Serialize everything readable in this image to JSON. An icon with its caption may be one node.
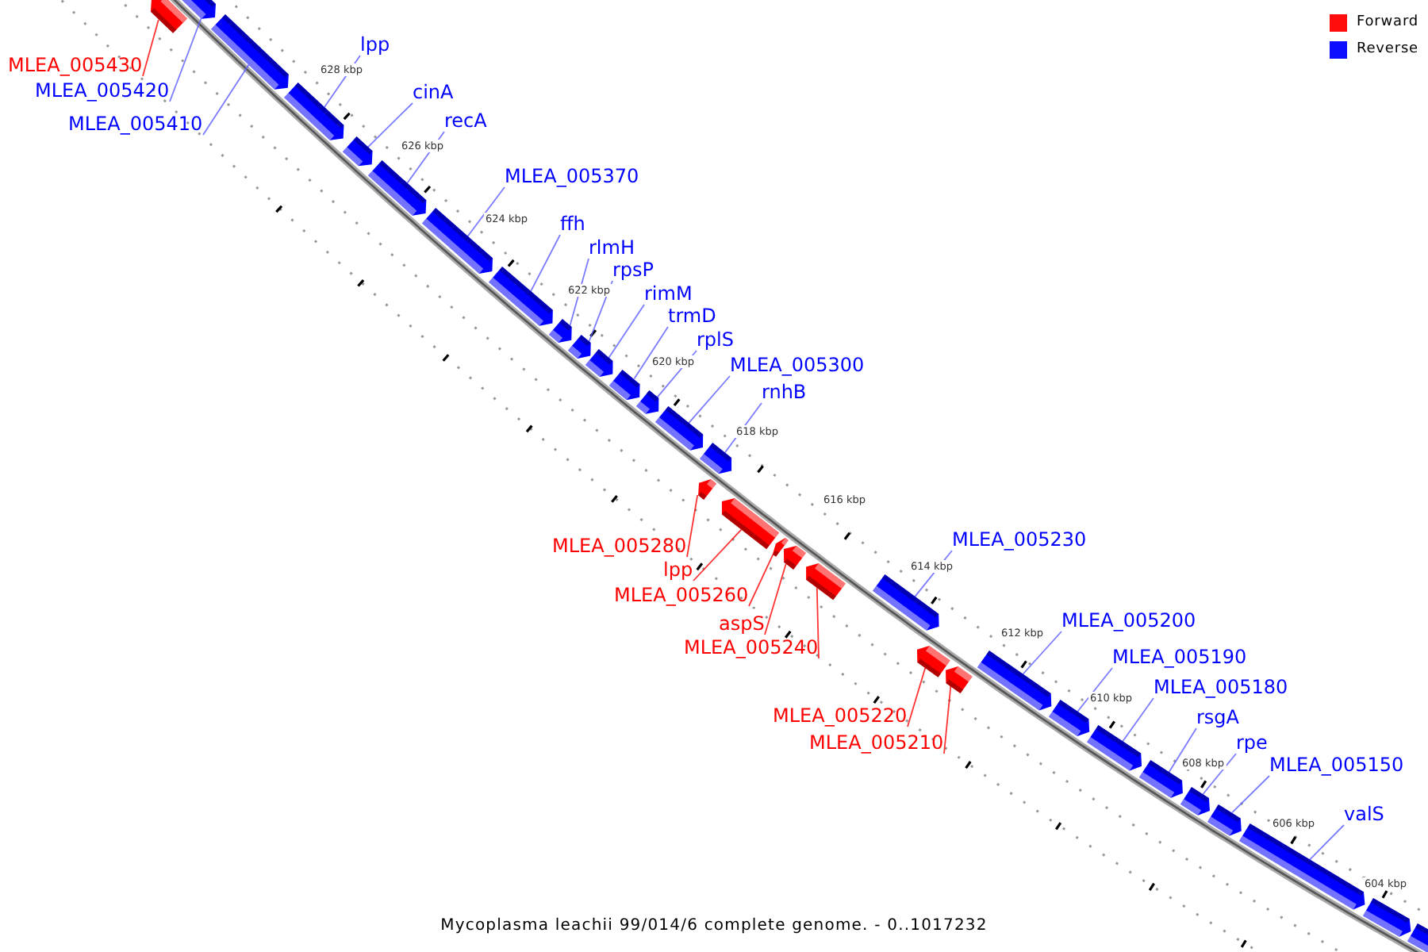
{
  "diagram": {
    "caption": "Mycoplasma leachii 99/014/6 complete genome. - 0..1017232",
    "nodes": [
      {
        "text": [],
        "shape": "bar"
      },
      {
        "text": [],
        "shape": "bar"
      },
      {
        "text": [],
        "shape": "bar"
      },
      {
        "text": [],
        "shape": "bar"
      },
      {
        "text": [],
        "shape": "bar"
      },
      {
        "text": [],
        "shape": "bar"
      },
      {
        "text": [],
        "shape": "bar"
      },
      {
        "text": [],
        "shape": "bar"
      },
      {
        "text": [],
        "shape": "bar"
      },
      {
        "text": [],
        "shape": "bar"
      },
      {
        "text": [],
        "shape": "bar"
      },
      {
        "text": [],
        "shape": "bar"
      },
      {
        "text": [],
        "shape": "bar"
      },
      {
        "text": [],
        "shape": "bar"
      },
      {
        "text": [],
        "shape": "bar"
      },
      {
        "text": [],
        "shape": "bar"
      },
      {
        "text": [],
        "shape": "bar"
      },
      {
        "text": [],
        "shape": "bar"
      },
      {
        "text": [],
        "shape": "bar"
      },
      {
        "text": [],
        "shape": "bar"
      },
      {
        "text": [],
        "shape": "bar"
      },
      {
        "text": [],
        "shape": "bar"
      },
      {
        "text": [],
        "shape": "bar"
      },
      {
        "text": [],
        "shape": "bar"
      },
      {
        "text": [],
        "shape": "bar"
      },
      {
        "text": [],
        "shape": "bar"
      },
      {
        "text": [],
        "shape": "bar"
      },
      {
        "text": [],
        "shape": "bar"
      },
      {
        "text": [],
        "shape": "bar"
      },
      {
        "text": [],
        "shape": "bar"
      },
      {
        "text": [],
        "shape": "bar"
      },
      {
        "text": [],
        "shape": "bar"
      },
      {
        "text": [
          "MLEA_005430"
        ]
      },
      {
        "text": [
          "MLEA_005420"
        ]
      },
      {
        "text": [
          "MLEA_005410"
        ]
      },
      {
        "text": [
          "lpp"
        ]
      },
      {
        "text": [
          "cinA"
        ]
      },
      {
        "text": [
          "recA"
        ]
      },
      {
        "text": [
          "MLEA_005370"
        ]
      },
      {
        "text": [
          "ffh"
        ]
      },
      {
        "text": [
          "rlmH"
        ]
      },
      {
        "text": [
          "rpsP"
        ]
      },
      {
        "text": [
          "rimM"
        ]
      },
      {
        "text": [
          "trmD"
        ]
      },
      {
        "text": [
          "rplS"
        ]
      },
      {
        "text": [
          "MLEA_005300"
        ]
      },
      {
        "text": [
          "rnhB"
        ]
      },
      {
        "text": [
          "MLEA_005280"
        ]
      },
      {
        "text": [
          "lpp"
        ]
      },
      {
        "text": [
          "MLEA_005260"
        ]
      },
      {
        "text": [
          "aspS"
        ]
      },
      {
        "text": [
          "MLEA_005240"
        ]
      },
      {
        "text": [
          "MLEA_005230"
        ]
      },
      {
        "text": [
          "MLEA_005220"
        ]
      },
      {
        "text": [
          "MLEA_005210"
        ]
      },
      {
        "text": [
          "MLEA_005200"
        ]
      },
      {
        "text": [
          "MLEA_005190"
        ]
      },
      {
        "text": [
          "MLEA_005180"
        ]
      },
      {
        "text": [
          "rsgA"
        ]
      },
      {
        "text": [
          "rpe"
        ]
      },
      {
        "text": [
          "MLEA_005150"
        ]
      },
      {
        "text": [
          "valS"
        ]
      }
    ],
    "edges": [
      {
        "from": 32,
        "to": 0,
        "arrow": "none",
        "color": "#ff0000"
      },
      {
        "from": 33,
        "to": 1,
        "arrow": "none"
      },
      {
        "from": 34,
        "to": 2,
        "arrow": "none"
      },
      {
        "from": 35,
        "to": 3,
        "arrow": "none"
      },
      {
        "from": 36,
        "to": 4,
        "arrow": "none"
      },
      {
        "from": 37,
        "to": 5,
        "arrow": "none"
      },
      {
        "from": 38,
        "to": 6,
        "arrow": "none"
      },
      {
        "from": 39,
        "to": 7,
        "arrow": "none"
      },
      {
        "from": 40,
        "to": 8,
        "arrow": "none"
      },
      {
        "from": 41,
        "to": 9,
        "arrow": "none"
      },
      {
        "from": 42,
        "to": 10,
        "arrow": "none"
      },
      {
        "from": 43,
        "to": 11,
        "arrow": "none"
      },
      {
        "from": 44,
        "to": 12,
        "arrow": "none"
      },
      {
        "from": 45,
        "to": 13,
        "arrow": "none"
      },
      {
        "from": 46,
        "to": 14,
        "arrow": "none"
      },
      {
        "from": 47,
        "to": 15,
        "arrow": "none",
        "color": "#ff0000"
      },
      {
        "from": 48,
        "to": 16,
        "arrow": "none",
        "color": "#ff0000"
      },
      {
        "from": 49,
        "to": 17,
        "arrow": "none",
        "color": "#ff0000"
      },
      {
        "from": 50,
        "to": 18,
        "arrow": "none",
        "color": "#ff0000"
      },
      {
        "from": 51,
        "to": 19,
        "arrow": "none",
        "color": "#ff0000"
      },
      {
        "from": 52,
        "to": 20,
        "arrow": "none"
      },
      {
        "from": 53,
        "to": 21,
        "arrow": "none",
        "color": "#ff0000"
      },
      {
        "from": 54,
        "to": 22,
        "arrow": "none",
        "color": "#ff0000"
      },
      {
        "from": 55,
        "to": 23,
        "arrow": "none"
      },
      {
        "from": 56,
        "to": 24,
        "arrow": "none"
      },
      {
        "from": 57,
        "to": 25,
        "arrow": "none"
      },
      {
        "from": 58,
        "to": 26,
        "arrow": "none"
      },
      {
        "from": 59,
        "to": 27,
        "arrow": "none"
      },
      {
        "from": 60,
        "to": 28,
        "arrow": "none"
      },
      {
        "from": 61,
        "to": 29,
        "arrow": "none"
      }
    ],
    "labels": [
      "628 kbp",
      "626 kbp",
      "624 kbp",
      "622 kbp",
      "620 kbp",
      "618 kbp",
      "616 kbp",
      "614 kbp",
      "612 kbp",
      "610 kbp",
      "608 kbp",
      "606 kbp",
      "604 kbp"
    ],
    "legend": [
      {
        "text": "Forward",
        "color": "#ff0000"
      },
      {
        "text": "Reverse",
        "color": "#0000ff"
      }
    ]
  }
}
